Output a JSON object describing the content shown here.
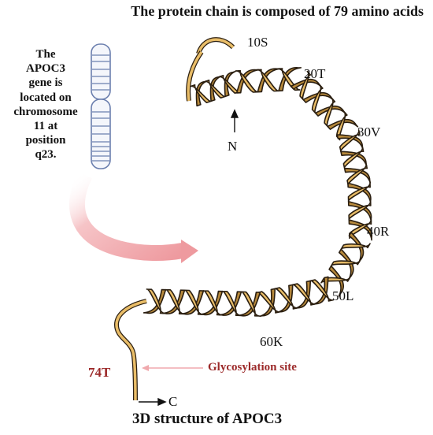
{
  "title": "The protein chain is composed of 79 amino acids",
  "caption": "3D structure of APOC3",
  "chromosome_note": [
    "The",
    "APOC3",
    "gene is",
    "located on",
    "chromosome",
    "11 at",
    "position",
    "q23."
  ],
  "residues": {
    "r10": "10S",
    "r20": "20T",
    "r30": "30V",
    "r40": "40R",
    "r50": "50L",
    "r60": "60K"
  },
  "n_terminus": "N",
  "c_terminus": "C",
  "glyco_site_residue": "74T",
  "glyco_label": "Glycosylation site",
  "colors": {
    "helix_fill": "#e9bd68",
    "helix_shade": "#b88a3c",
    "helix_outline": "#2a1e10",
    "accent_red": "#9c2a2a",
    "pink_arrow": "#f0a9ad",
    "chromosome_band": "#6b7fae"
  }
}
